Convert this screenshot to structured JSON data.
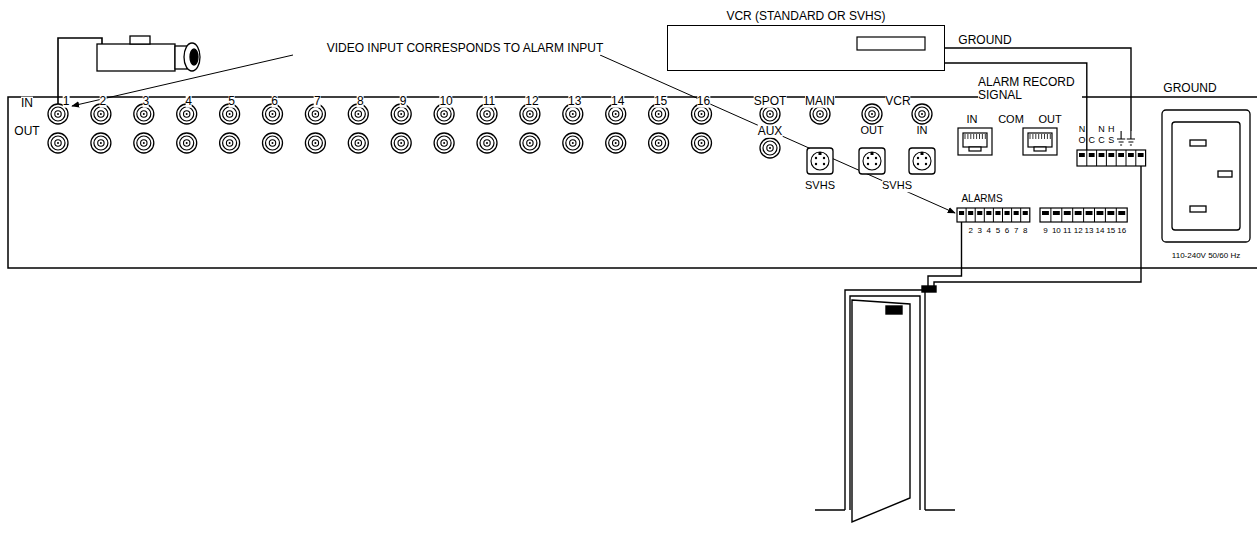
{
  "diagram": {
    "nodes": [
      {
        "text": [
          "VCR (STANDARD OR SVHS)"
        ]
      }
    ],
    "labels": [
      "GROUND",
      "ALARM RECORD SIGNAL",
      "GROUND",
      "VIDEO INPUT CORRESPONDS TO ALARM INPUT",
      "IN",
      "1",
      "2",
      "3",
      "4",
      "5",
      "6",
      "7",
      "8",
      "9",
      "10",
      "11",
      "12",
      "13",
      "14",
      "15",
      "16",
      "OUT",
      "SPOT",
      "MAIN",
      "VCR",
      "AUX",
      "SVHS",
      "OUT",
      "SVHS",
      "IN",
      "IN",
      "COM",
      "OUT",
      "N",
      "N",
      "H",
      "O",
      "C",
      "C",
      "S",
      "ALARMS",
      "2",
      "3",
      "4",
      "5",
      "6",
      "7",
      "8",
      "9",
      "10",
      "11",
      "12",
      "13",
      "14",
      "15",
      "16",
      "110-240V 50/60 Hz"
    ]
  }
}
